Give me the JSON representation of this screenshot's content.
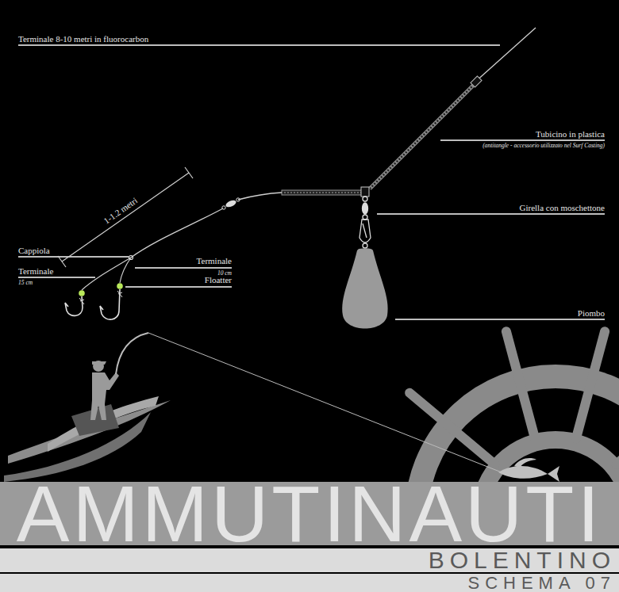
{
  "diagram": {
    "nodes": [
      {
        "text": [
          "AMMUTINAUTI"
        ]
      },
      {
        "text": [
          "BOLENTINO"
        ]
      },
      {
        "text": [
          "SCHEMA 07"
        ]
      }
    ],
    "labels": [
      "Terminale 8-10 metri in fluorocarbon",
      "Tubicino in plastica",
      "(antitangle - accessorio utilizzato nel Surf Casting)",
      "Girella con moschettone",
      "1-1.2 metri",
      "Cappiola",
      "Terminale",
      "15 cm",
      "Terminale",
      "10 cm",
      "Floatter",
      "Piombo"
    ]
  }
}
